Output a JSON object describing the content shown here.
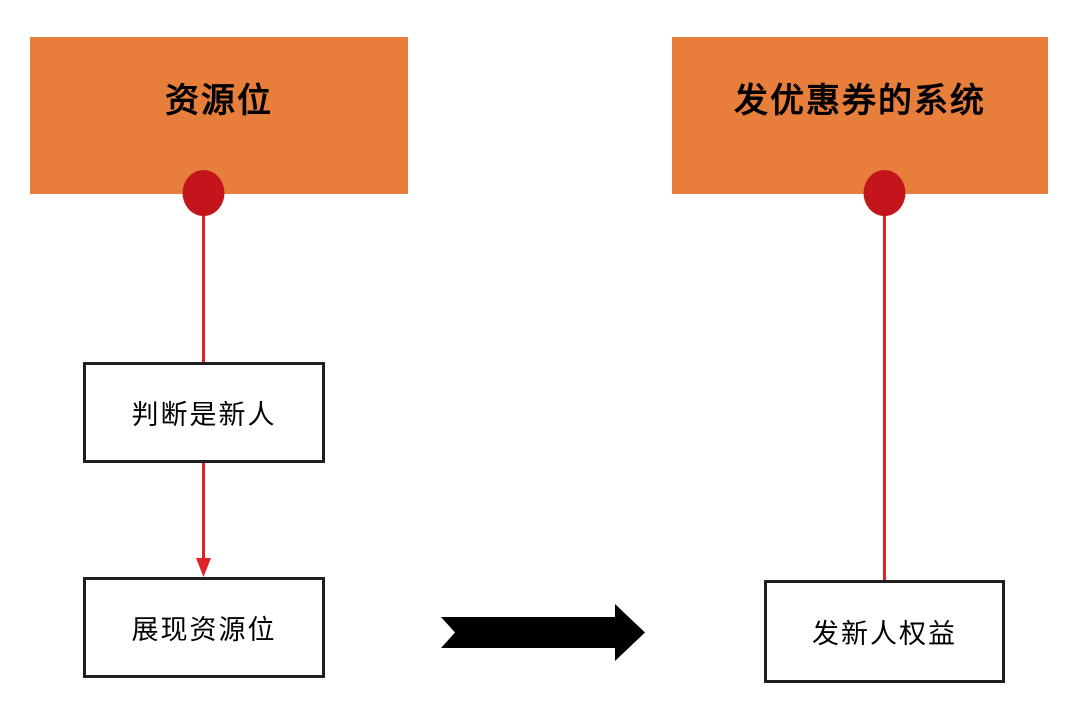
{
  "page": {
    "background": "#ffffff"
  },
  "colors": {
    "actor_fill": "#e87e3c",
    "actor_text": "#000000",
    "lifeline_red": "#e02128",
    "dot_red": "#c4151d",
    "step_border": "#1f1f1f",
    "step_fill": "#ffffff",
    "step_text": "#000000",
    "transfer_black": "#000000"
  },
  "actors": [
    {
      "id": "resource-slot",
      "label": "资源位"
    },
    {
      "id": "coupon-system",
      "label": "发优惠券的系统"
    }
  ],
  "steps": [
    {
      "id": "check-new-user",
      "label": "判断是新人"
    },
    {
      "id": "show-resource-slot",
      "label": "展现资源位"
    },
    {
      "id": "grant-new-user-benefit",
      "label": "发新人权益"
    }
  ]
}
